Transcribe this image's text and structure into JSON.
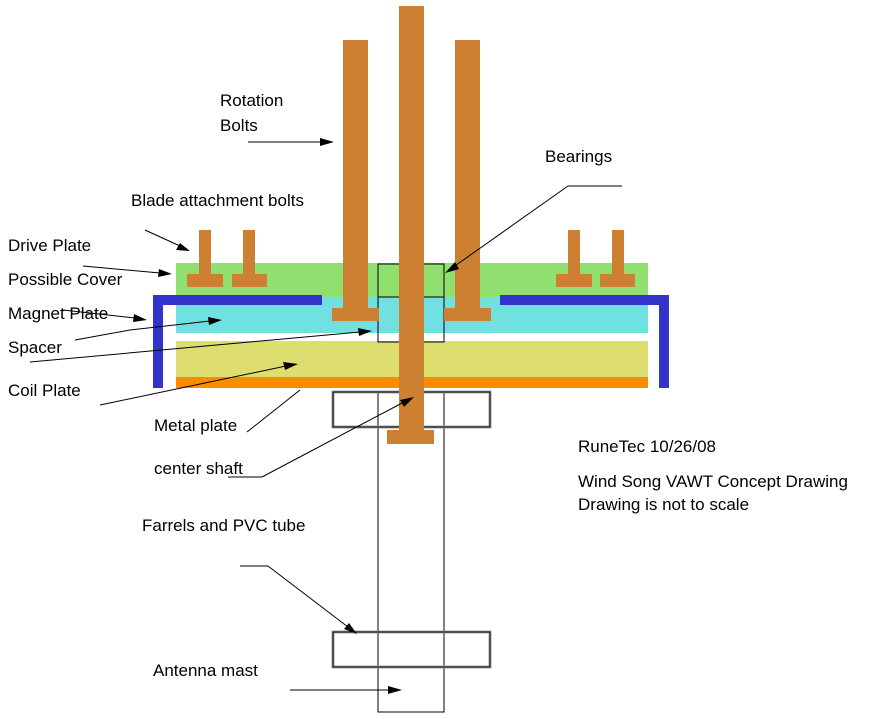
{
  "labels": {
    "rotation_bolts_1": "Rotation",
    "rotation_bolts_2": "Bolts",
    "bearings": "Bearings",
    "blade_bolts": "Blade attachment bolts",
    "drive_plate": "Drive Plate",
    "possible_cover": "Possible Cover",
    "magnet_plate": "Magnet Plate",
    "spacer": "Spacer",
    "coil_plate": "Coil Plate",
    "metal_plate": "Metal plate",
    "center_shaft": "center shaft",
    "farrels": "Farrels and PVC tube",
    "antenna_mast": "Antenna mast"
  },
  "notes": {
    "author_date": "RuneTec 10/26/08",
    "title": "Wind Song VAWT Concept Drawing",
    "scale_note": "Drawing is not to scale"
  },
  "colors": {
    "bolt": "#CD7F32",
    "drive_plate": "#90E070",
    "magnet_plate": "#70E0E0",
    "coil_plate": "#DDDD70",
    "metal_plate": "#FF8C00",
    "cover": "#3333CC",
    "farrel": "#A0A0A0"
  }
}
